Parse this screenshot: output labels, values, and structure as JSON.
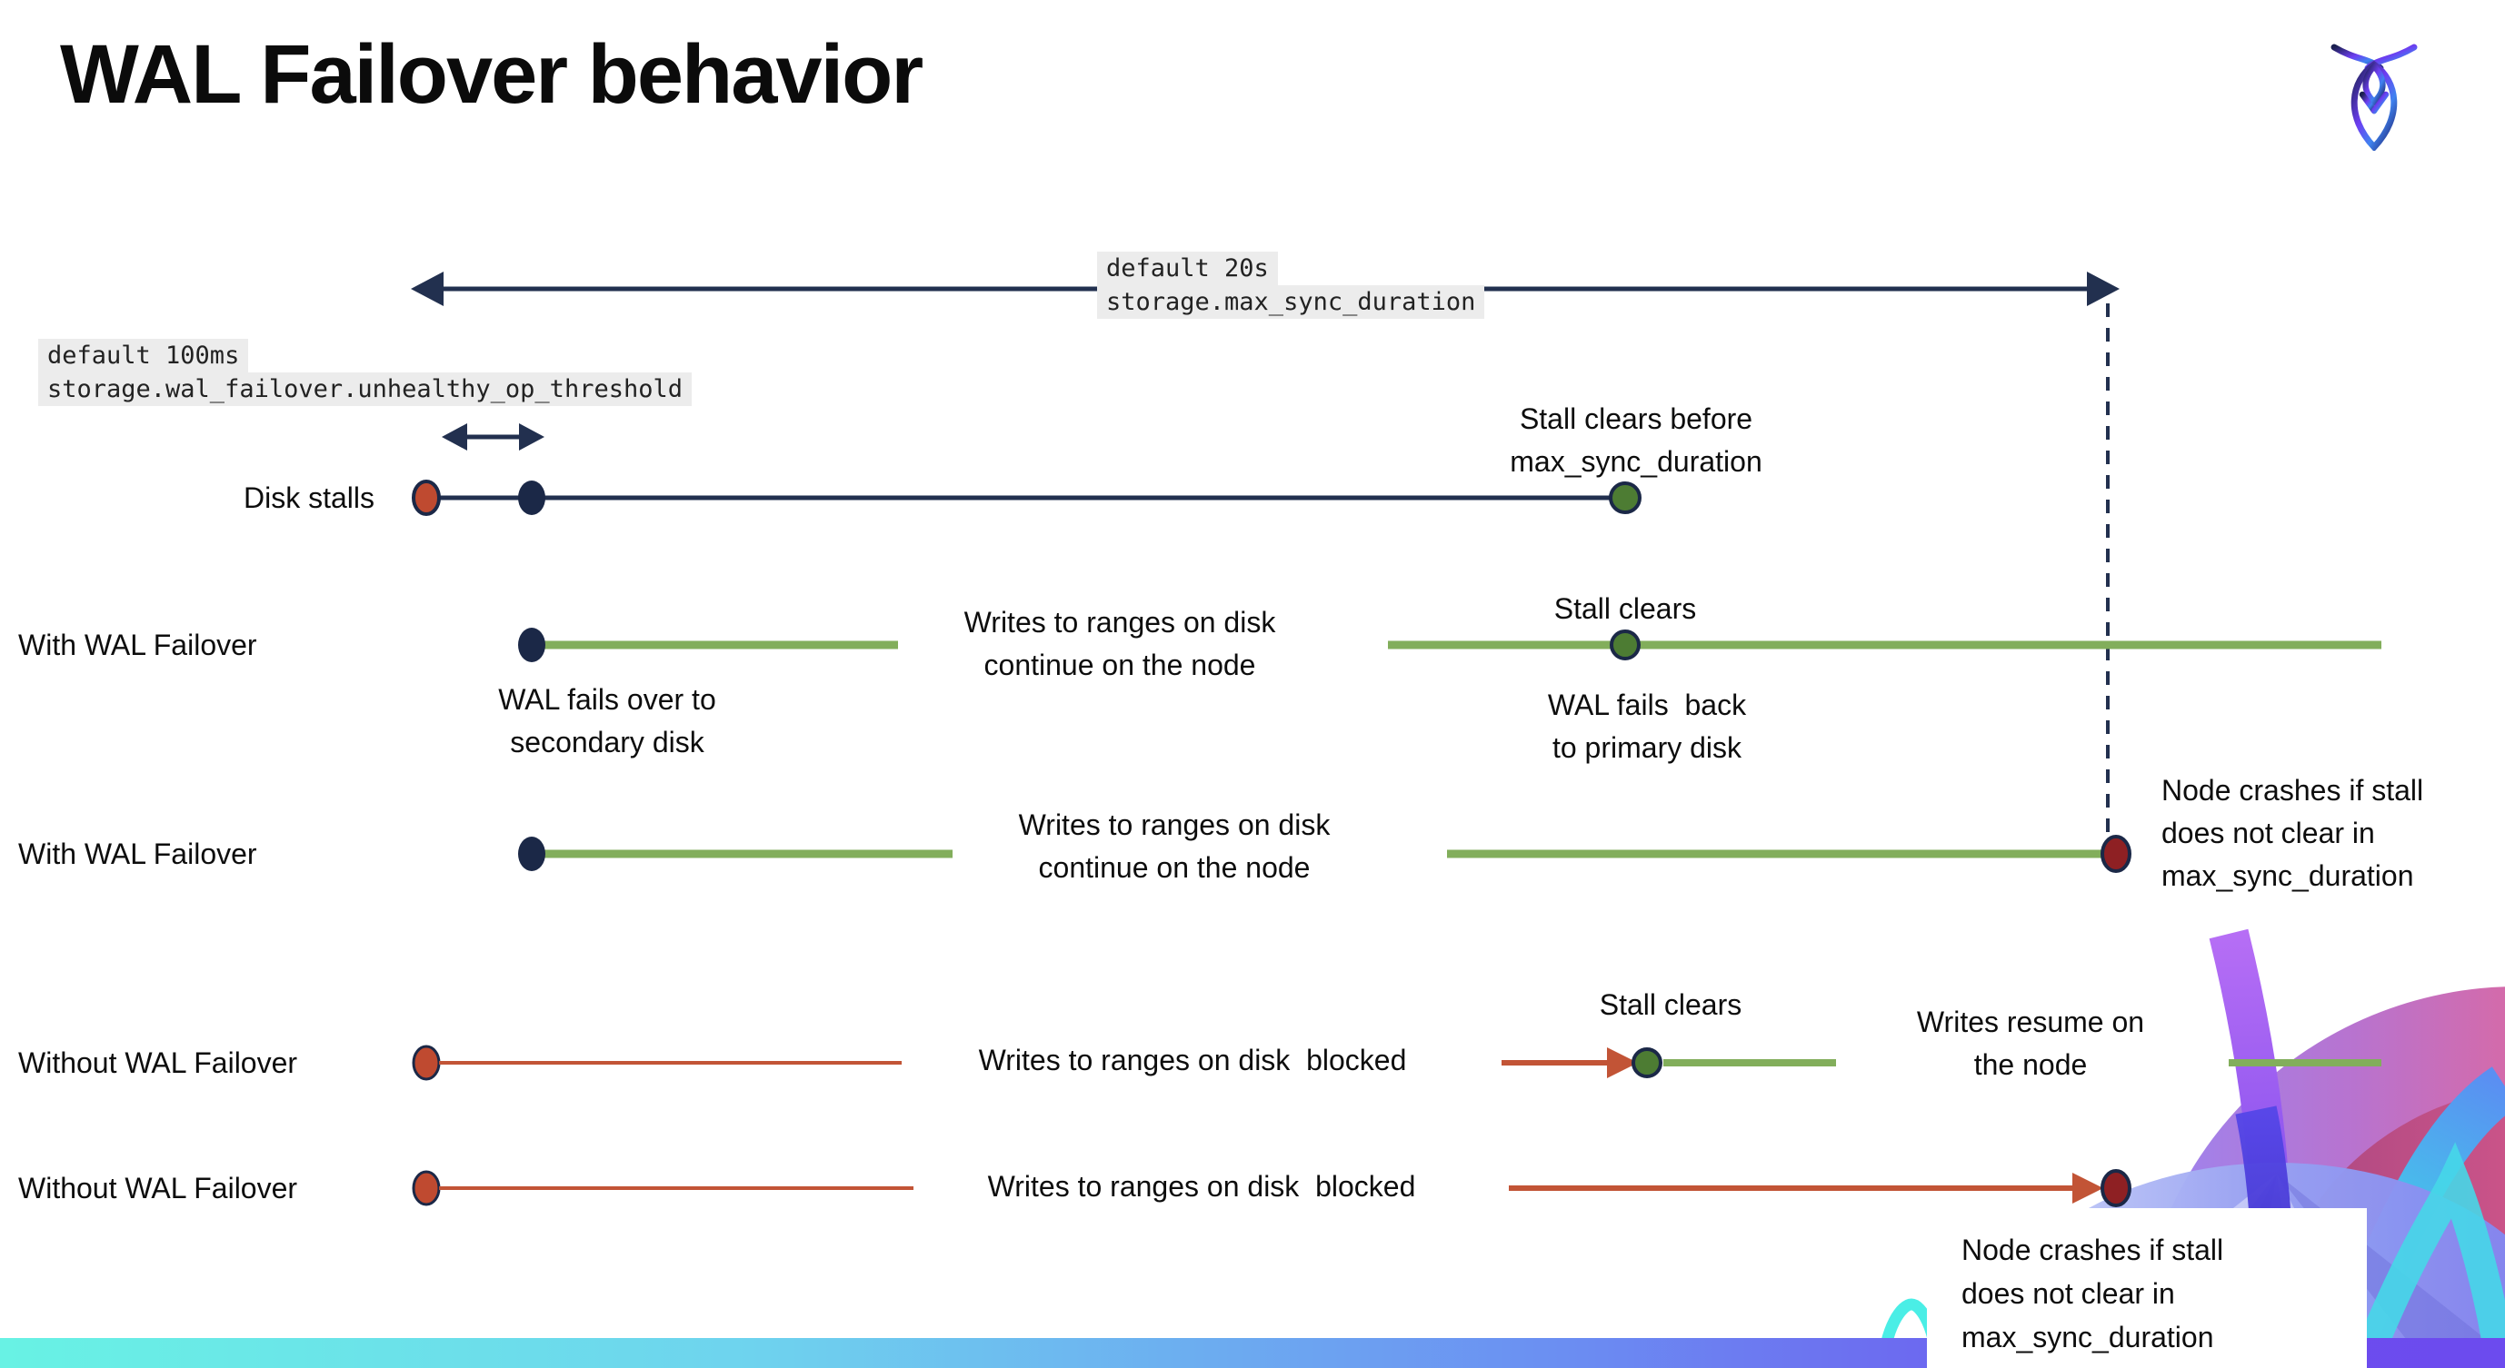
{
  "header": {
    "title": "WAL Failover behavior",
    "logo": "cockroachdb-logo"
  },
  "palette": {
    "navy": "#22304f",
    "navy_dot": "#1b2847",
    "green_line": "#82ae5b",
    "green_dot": "#4d7c33",
    "red": "#bf4a30",
    "red_line": "#c25436",
    "dark_red": "#8e2023",
    "mono_bg": "#ececec",
    "bar_gradient_left": "#68f2e4",
    "bar_gradient_right": "#6c4bee"
  },
  "config": {
    "max_sync_default": "default 20s",
    "max_sync_setting": "storage.max_sync_duration",
    "unhealthy_default": "default 100ms",
    "unhealthy_setting": "storage.wal_failover.unhealthy_op_threshold"
  },
  "rows": {
    "disk_stalls": "Disk stalls",
    "with_wal_failover_1": "With WAL Failover",
    "with_wal_failover_2": "With WAL Failover",
    "without_wal_failover_1": "Without WAL Failover",
    "without_wal_failover_2": "Without WAL Failover"
  },
  "annotations": {
    "stall_clears_before": "Stall clears before\nmax_sync_duration",
    "writes_continue_1": "Writes to ranges on disk\ncontinue on the node",
    "stall_clears_top": "Stall clears",
    "wal_fails_over": "WAL fails over to\nsecondary disk",
    "wal_fails_back": "WAL fails  back\nto primary disk",
    "writes_continue_2": "Writes to ranges on disk\ncontinue on the node",
    "node_crashes_1": "Node crashes if stall\ndoes not clear in\nmax_sync_duration",
    "writes_blocked_1": "Writes to ranges on disk  blocked",
    "stall_clears_bottom": "Stall clears",
    "writes_resume": "Writes resume on\nthe node",
    "writes_blocked_2": "Writes to ranges on disk  blocked",
    "node_crashes_2": "Node crashes if stall\ndoes not clear in\nmax_sync_duration"
  }
}
